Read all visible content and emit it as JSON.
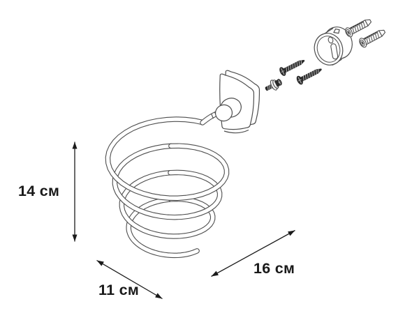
{
  "diagram": {
    "product": "wall-mounted-spiral-hair-dryer-holder",
    "style": "technical-line-drawing",
    "colors": {
      "background": "#ffffff",
      "line": "#4d4d4d",
      "text": "#1a1a1a",
      "hardware_dark": "#2b2b2b"
    },
    "dimensions": {
      "height": {
        "label": "14 см",
        "orientation": "vertical"
      },
      "depth": {
        "label": "11 см",
        "orientation": "diagonal-lower-left"
      },
      "width": {
        "label": "16 см",
        "orientation": "diagonal-lower-right"
      }
    },
    "parts": [
      {
        "name": "wall-plate",
        "qty": 1
      },
      {
        "name": "spiral-holder-coil",
        "qty": 1
      },
      {
        "name": "set-screw-with-washer",
        "qty": 1
      },
      {
        "name": "mounting-screw",
        "qty": 2
      },
      {
        "name": "round-mounting-bracket",
        "qty": 1
      },
      {
        "name": "wall-anchor-dowel",
        "qty": 2
      }
    ]
  }
}
